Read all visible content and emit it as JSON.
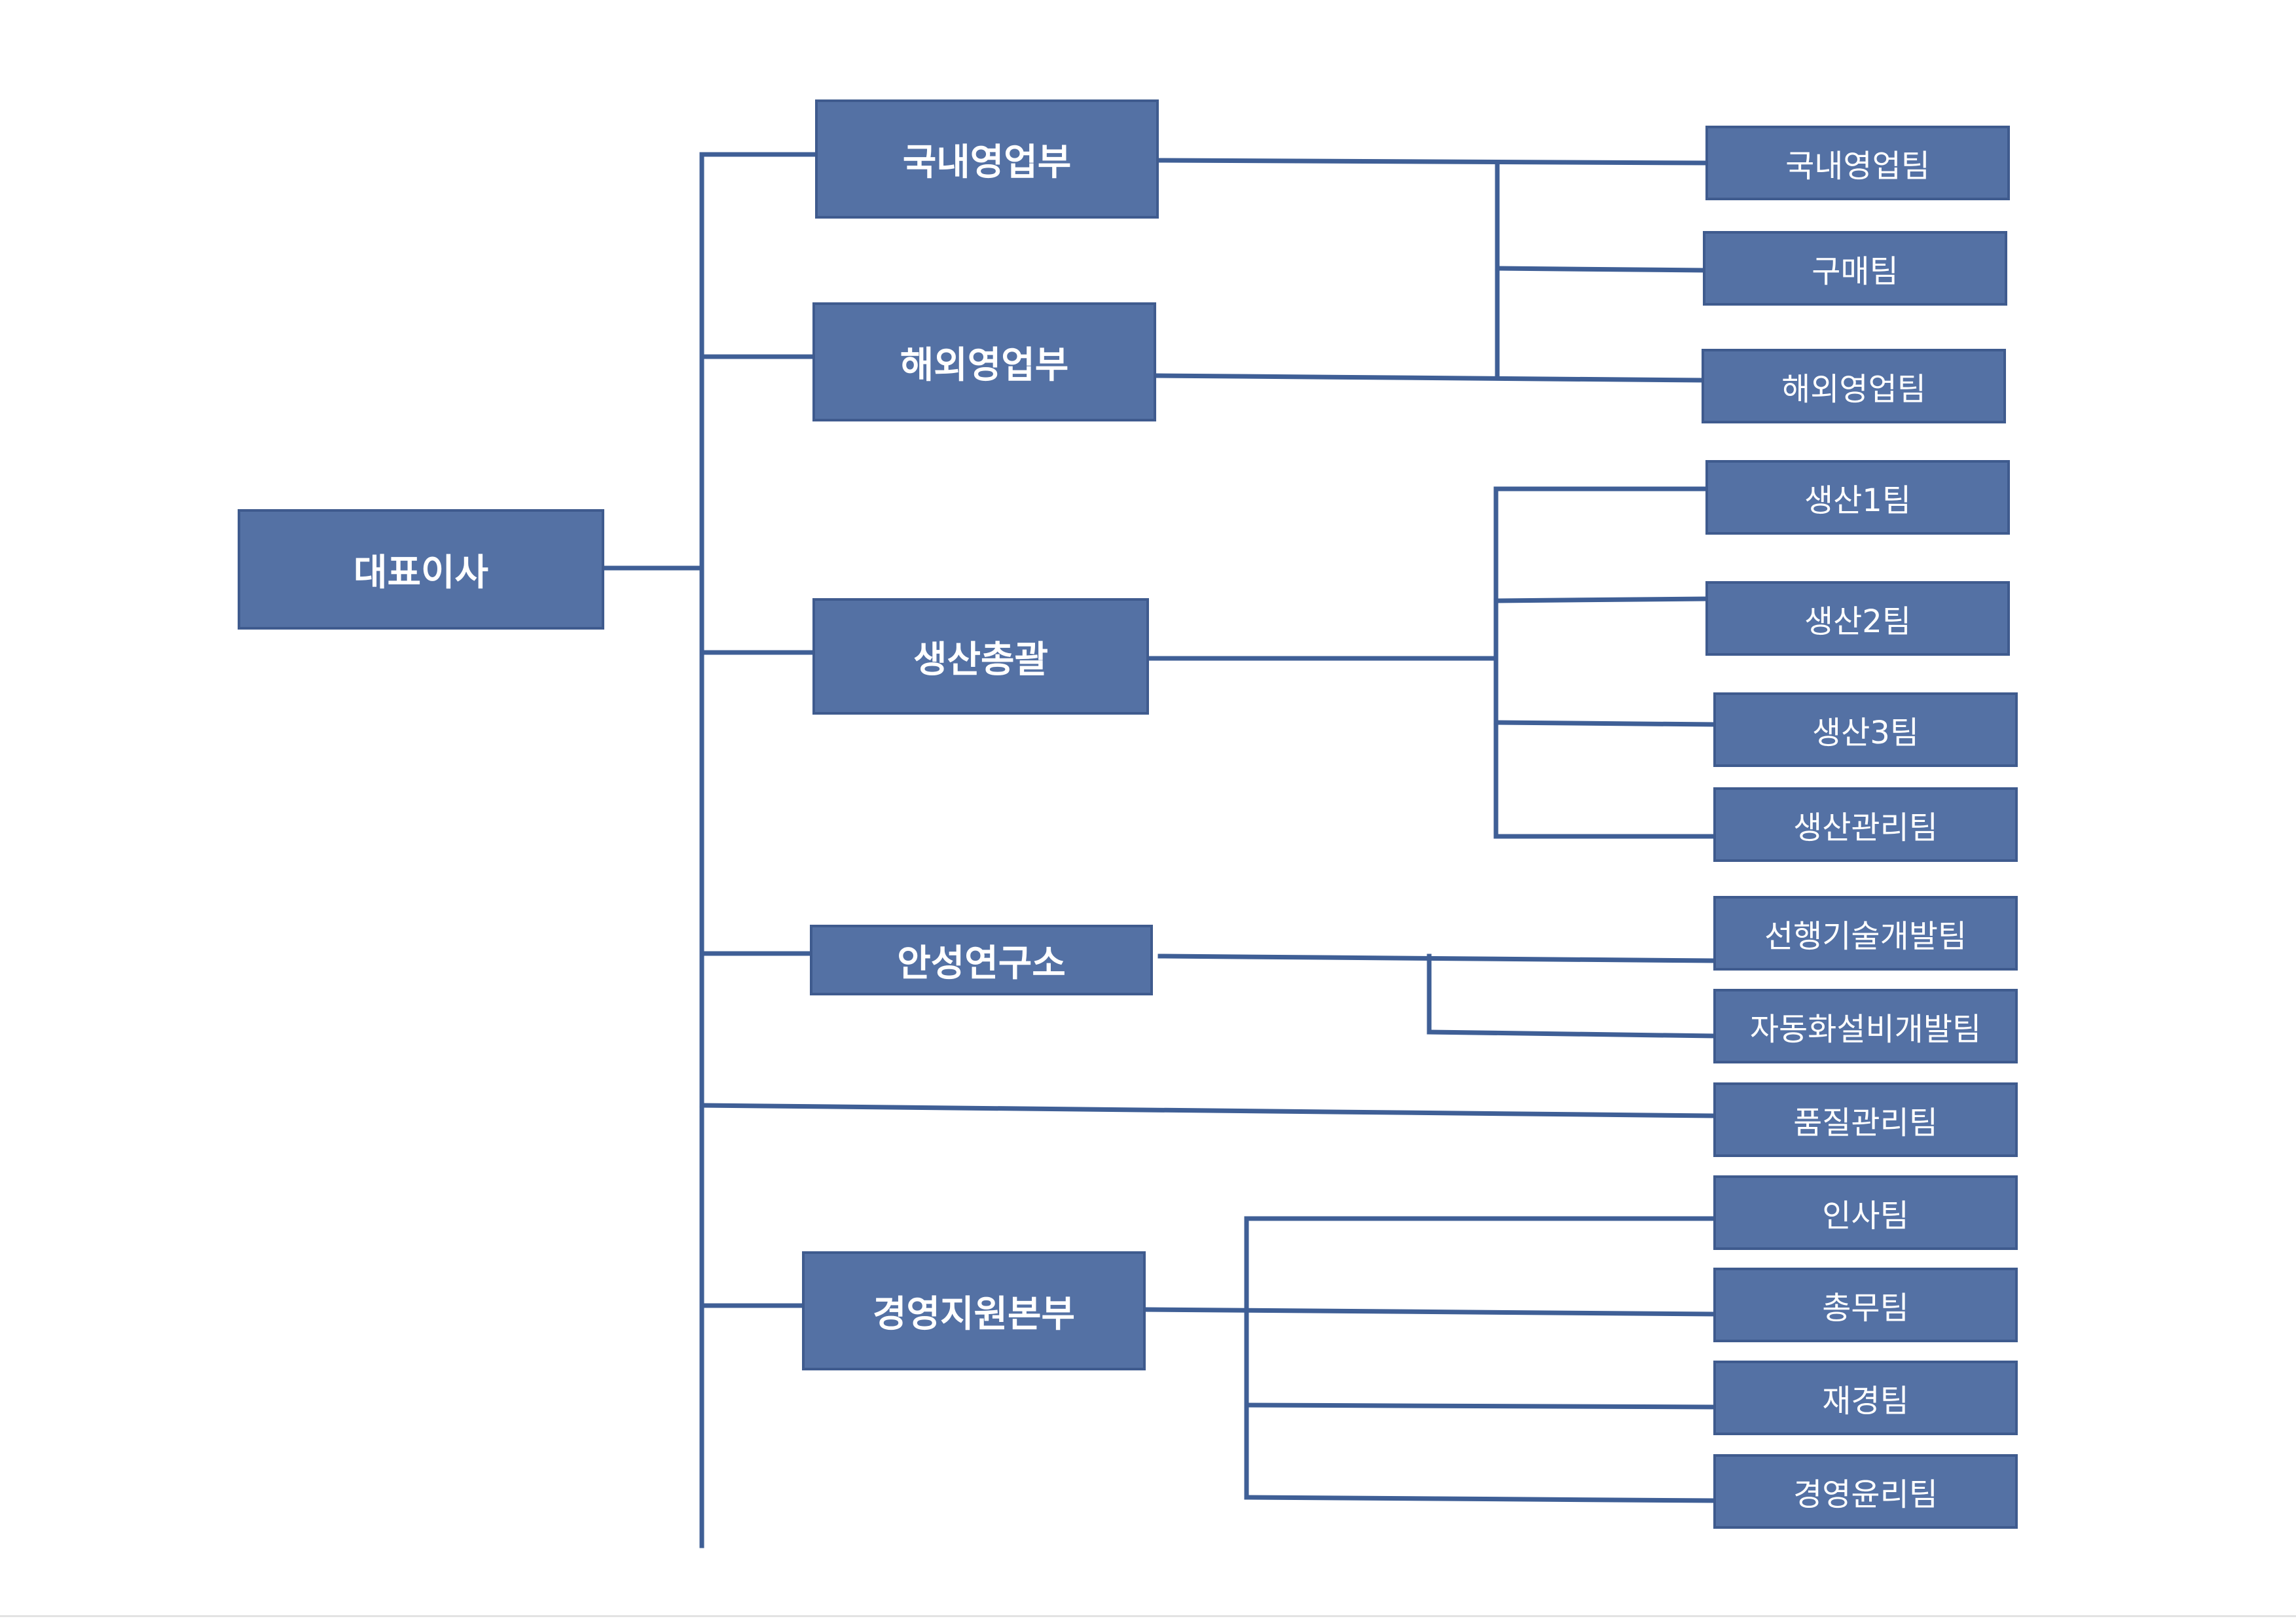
{
  "colors": {
    "box_fill": "#5471a4",
    "box_border": "#3f5b8e",
    "line": "#3f5f96",
    "text": "#ffffff"
  },
  "org": {
    "ceo": "대표이사",
    "divisions": {
      "domestic_sales": "국내영업부",
      "overseas_sales": "해외영업부",
      "production": "생산총괄",
      "anseong_lab": "안성연구소",
      "mgmt_support": "경영지원본부"
    },
    "teams": {
      "domestic_sales": "국내영업팀",
      "purchasing": "구매팀",
      "overseas_sales": "해외영업팀",
      "production1": "생산1팀",
      "production2": "생산2팀",
      "production3": "생산3팀",
      "production_mgmt": "생산관리팀",
      "advanced_tech": "선행기술개발팀",
      "automation": "자동화설비개발팀",
      "quality": "품질관리팀",
      "hr": "인사팀",
      "general_affairs": "총무팀",
      "finance": "재경팀",
      "ethics": "경영윤리팀"
    }
  }
}
